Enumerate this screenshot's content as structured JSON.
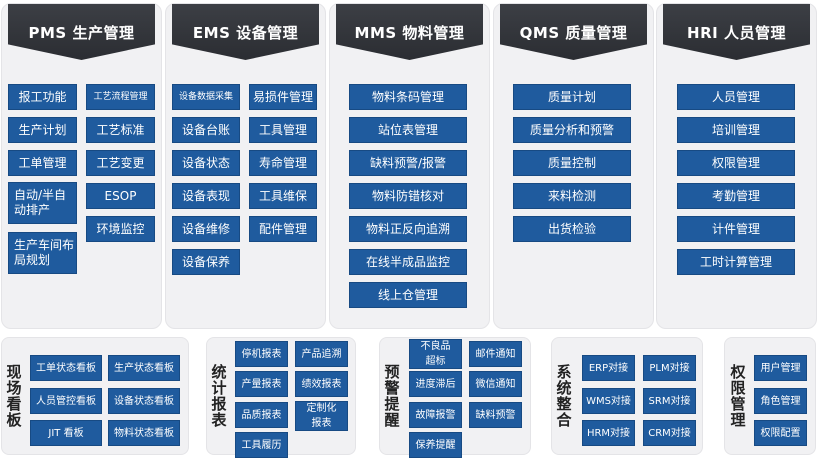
{
  "modules": {
    "pms": {
      "title": "PMS 生产管理",
      "col1": [
        "报工功能",
        "生产计划",
        "工单管理",
        "自动/半自动排产",
        "生产车间布局规划"
      ],
      "col2": [
        "工艺流程管理",
        "工艺标准",
        "工艺变更",
        "ESOP",
        "环境监控"
      ]
    },
    "ems": {
      "title": "EMS 设备管理",
      "col1": [
        "设备数据采集",
        "设备台账",
        "设备状态",
        "设备表现",
        "设备维修",
        "设备保养"
      ],
      "col2": [
        "易损件管理",
        "工具管理",
        "寿命管理",
        "工具维保",
        "配件管理"
      ]
    },
    "mms": {
      "title": "MMS 物料管理",
      "items": [
        "物料条码管理",
        "站位表管理",
        "缺料预警/报警",
        "物料防错核对",
        "物料正反向追溯",
        "在线半成品监控",
        "线上仓管理"
      ]
    },
    "qms": {
      "title": "QMS 质量管理",
      "items": [
        "质量计划",
        "质量分析和预警",
        "质量控制",
        "来料检测",
        "出货检验"
      ]
    },
    "hri": {
      "title": "HRI 人员管理",
      "items": [
        "人员管理",
        "培训管理",
        "权限管理",
        "考勤管理",
        "计件管理",
        "工时计算管理"
      ]
    }
  },
  "bottom": {
    "kanban": {
      "label": [
        "现",
        "场",
        "看",
        "板"
      ],
      "items": [
        "工单状态看板",
        "生产状态看板",
        "人员管控看板",
        "设备状态看板",
        "JIT 看板",
        "物料状态看板"
      ]
    },
    "stats": {
      "label": [
        "统",
        "计",
        "报",
        "表"
      ],
      "items": [
        "停机报表",
        "产品追溯",
        "产量报表",
        "绩效报表",
        "品质报表",
        "定制化报表",
        "工具履历"
      ]
    },
    "alerts": {
      "label": [
        "预",
        "警",
        "提",
        "醒"
      ],
      "items": [
        "不良品超标",
        "邮件通知",
        "进度滞后",
        "微信通知",
        "故障报警",
        "缺料预警",
        "保养提醒"
      ]
    },
    "integration": {
      "label": [
        "系",
        "统",
        "整",
        "合"
      ],
      "items": [
        "ERP对接",
        "PLM对接",
        "WMS对接",
        "SRM对接",
        "HRM对接",
        "CRM对接"
      ]
    },
    "permission": {
      "label": [
        "权",
        "限",
        "管",
        "理"
      ],
      "items": [
        "用户管理",
        "角色管理",
        "权限配置"
      ]
    }
  }
}
